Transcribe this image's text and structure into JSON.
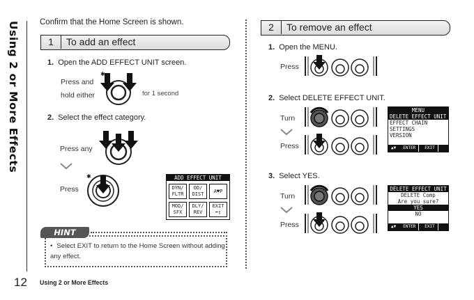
{
  "side_title": "Using 2 or More Effects",
  "intro": "Confirm that the Home Screen is shown.",
  "section1": {
    "number": "1",
    "title": "To add an effect",
    "steps": [
      {
        "num": "1.",
        "text": "Open the ADD EFFECT UNIT screen."
      },
      {
        "num": "2.",
        "text": "Select the effect category."
      }
    ],
    "press_and": "Press and",
    "hold_either": "hold either",
    "for_1_second": "for 1 second",
    "press_any": "Press any",
    "press": "Press",
    "lcd": {
      "title": "ADD EFFECT UNIT",
      "cells": [
        {
          "l1": "DYN/",
          "l2": "FLTR"
        },
        {
          "l1": "OD/",
          "l2": "DIST"
        },
        {
          "l1": "A♥P",
          "l2": ""
        },
        {
          "l1": "MOD/",
          "l2": "SFX"
        },
        {
          "l1": "DLY/",
          "l2": "REV"
        },
        {
          "l1": "EXIT",
          "l2": "➡▯"
        }
      ]
    }
  },
  "hint": {
    "tag": "HINT",
    "bullet": "•",
    "text": "Select EXIT to return to the Home Screen without adding any effect."
  },
  "section2": {
    "number": "2",
    "title": "To remove an effect",
    "steps": [
      {
        "num": "1.",
        "text": "Open the MENU."
      },
      {
        "num": "2.",
        "text": "Select DELETE EFFECT UNIT."
      },
      {
        "num": "3.",
        "text": "Select YES."
      }
    ],
    "press": "Press",
    "turn": "Turn",
    "menu_lcd": {
      "title": "MENU",
      "items": [
        "DELETE EFFECT UNIT",
        "EFFECT CHAIN",
        "SETTINGS",
        "VERSION"
      ],
      "arrows": "▲▼",
      "enter": "ENTER",
      "exit": "EXIT"
    },
    "delete_lcd": {
      "title": "DELETE EFFECT UNIT",
      "line1": "DELETE Comp",
      "line2": "Are you sure?",
      "yes": "YES",
      "no": "NO",
      "arrows": "▲▼",
      "enter": "ENTER",
      "exit": "EXIT"
    }
  },
  "footer": {
    "page_number": "12",
    "section": "Using 2 or More Effects"
  }
}
